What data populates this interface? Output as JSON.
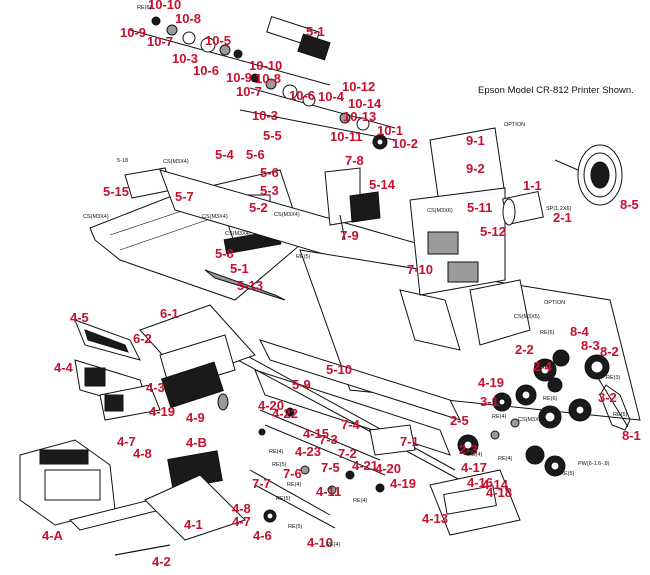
{
  "caption": "Epson Model CR-812 Printer Shown.",
  "labels": [
    "10-10",
    "10-8",
    "10-9",
    "10-7",
    "10-5",
    "10-3",
    "10-6",
    "10-10",
    "10-9",
    "10-8",
    "10-7",
    "10-6",
    "10-4",
    "10-12",
    "10-14",
    "10-3",
    "10-13",
    "10-11",
    "10-1",
    "10-2",
    "5-1",
    "5-5",
    "5-4",
    "5-6",
    "5-6",
    "5-3",
    "5-2",
    "5-7",
    "5-8",
    "5-1",
    "5-13",
    "5-15",
    "5-9",
    "5-10",
    "5-11",
    "5-12",
    "5-14",
    "7-8",
    "7-9",
    "7-10",
    "9-1",
    "9-2",
    "1-1",
    "2-1",
    "8-5",
    "6-1",
    "6-2",
    "4-5",
    "4-4",
    "4-3",
    "4-7",
    "4-8",
    "4-9",
    "4-B",
    "4-19",
    "4-20",
    "4-22",
    "4-15",
    "7-4",
    "7-3",
    "7-1",
    "7-5",
    "7-6",
    "7-7",
    "7-2",
    "4-23",
    "4-21",
    "4-20",
    "4-19",
    "4-11",
    "4-8",
    "4-7",
    "4-6",
    "4-10",
    "4-1",
    "4-2",
    "4-A",
    "4-14",
    "4-13",
    "3-1",
    "4-19",
    "2-5",
    "2-3",
    "4-17",
    "4-16",
    "4-18",
    "2-2",
    "2-4",
    "8-4",
    "8-3",
    "8-2",
    "3-2",
    "8-1"
  ],
  "small_text": [
    "RE(6)",
    "CS(M3X4)",
    "CS(M3X6)",
    "CS(M3X4)",
    "CS(M3X4)",
    "CS(M3X4)",
    "RE(5)",
    "OPTION",
    "OPTION",
    "CS(M3X5)",
    "SP(1.2X6)",
    "CS(M3X5)",
    "RE(6)",
    "RE(3)",
    "RE(4)",
    "RE(6)",
    "RE(5)",
    "RE(4)",
    "RE(4)",
    "RE(5)",
    "RE(4)",
    "RE(5)",
    "RE(4)",
    "RE(5)",
    "PW(6-1.6-.8)",
    "CS(M3X4)",
    "RE(4)",
    "RE(5)",
    "RE(4)",
    "5-18"
  ]
}
